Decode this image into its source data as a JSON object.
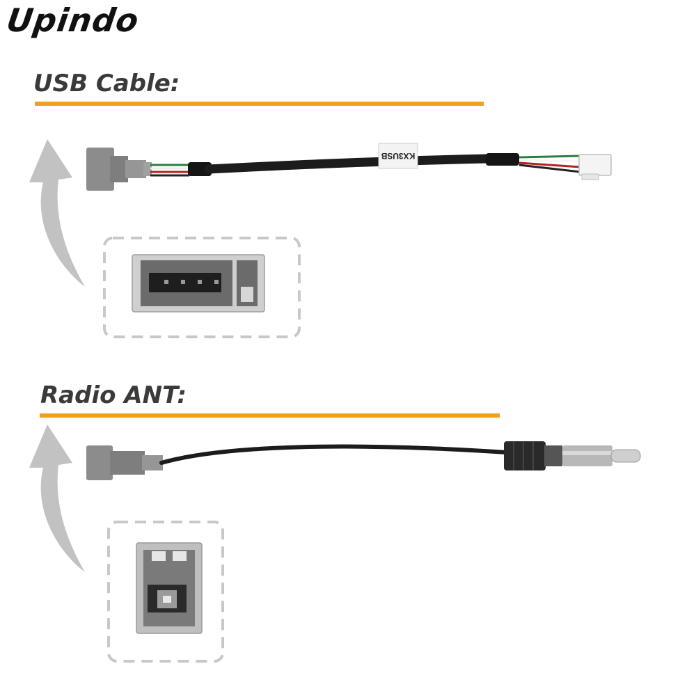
{
  "brand": {
    "name": "Upindo"
  },
  "sections": [
    {
      "id": "usb",
      "title": "USB Cable:",
      "cable_label": "KX3USB"
    },
    {
      "id": "ant",
      "title": "Radio ANT:"
    }
  ],
  "colors": {
    "accent_underline": "#f0a01e",
    "connector_gray": "#8a8a8a",
    "cable_black": "#1c1c1c",
    "arrow_gray": "#bdbdbd",
    "frame_gray": "#c8c8c8"
  },
  "icons": [
    "curved-up-arrow-icon",
    "usb-connector-icon",
    "antenna-plug-icon"
  ]
}
